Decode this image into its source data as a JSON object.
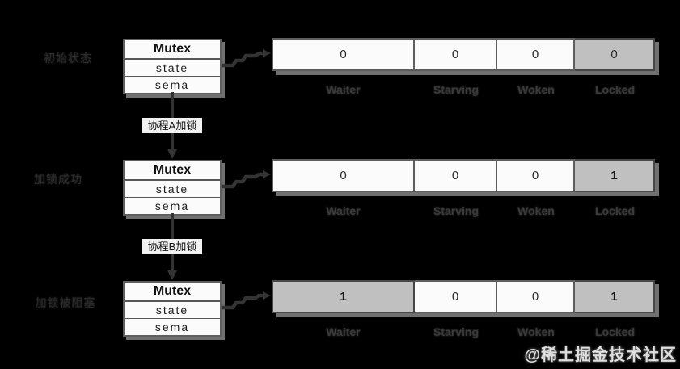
{
  "columns": [
    "Waiter",
    "Starving",
    "Woken",
    "Locked"
  ],
  "transitions": [
    {
      "label": "协程A加锁"
    },
    {
      "label": "协程B加锁"
    }
  ],
  "stages": [
    {
      "label": "初始状态",
      "mutex": {
        "title": "Mutex",
        "field1": "state",
        "field2": "sema"
      },
      "bits": [
        {
          "value": "0",
          "shaded": false,
          "bold": false
        },
        {
          "value": "0",
          "shaded": false,
          "bold": false
        },
        {
          "value": "0",
          "shaded": false,
          "bold": false
        },
        {
          "value": "0",
          "shaded": true,
          "bold": false
        }
      ]
    },
    {
      "label": "加锁成功",
      "mutex": {
        "title": "Mutex",
        "field1": "state",
        "field2": "sema"
      },
      "bits": [
        {
          "value": "0",
          "shaded": false,
          "bold": false
        },
        {
          "value": "0",
          "shaded": false,
          "bold": false
        },
        {
          "value": "0",
          "shaded": false,
          "bold": false
        },
        {
          "value": "1",
          "shaded": true,
          "bold": true
        }
      ]
    },
    {
      "label": "加锁被阻塞",
      "mutex": {
        "title": "Mutex",
        "field1": "state",
        "field2": "sema"
      },
      "bits": [
        {
          "value": "1",
          "shaded": true,
          "bold": true
        },
        {
          "value": "0",
          "shaded": false,
          "bold": false
        },
        {
          "value": "0",
          "shaded": false,
          "bold": false
        },
        {
          "value": "1",
          "shaded": true,
          "bold": true
        }
      ]
    }
  ],
  "watermark": "@稀土掘金技术社区",
  "colors": {
    "background": "#000000",
    "box_fill": "#fbfbfb",
    "shaded_cell": "#c0c0c0",
    "border": "#5e5e5e",
    "shadow": "#707070",
    "arrow": "#333333",
    "stage_label": "#2b2b2b",
    "column_label": "#3a3a3a",
    "chip_bg": "#f2f2f2",
    "watermark": "#dedede"
  }
}
